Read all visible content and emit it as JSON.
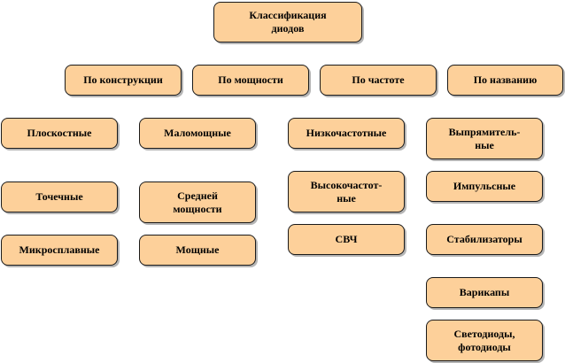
{
  "title": "Классификация\nдиодов",
  "categories": [
    {
      "label": "По конструкции",
      "items": [
        "Плоскостные",
        "Точечные",
        "Микросплавные"
      ]
    },
    {
      "label": "По мощности",
      "items": [
        "Маломощные",
        "Средней\nмощности",
        "Мощные"
      ]
    },
    {
      "label": "По частоте",
      "items": [
        "Низкочастотные",
        "Высокочастот-\nные",
        "СВЧ"
      ]
    },
    {
      "label": "По названию",
      "items": [
        "Выпрямитель-\nные",
        "Импульсные",
        "Стабилизаторы",
        "Варикапы",
        "Светодиоды,\nфотодиоды"
      ]
    }
  ],
  "colors": {
    "box_fill": "#fdd09a",
    "border": "#1a1a1a",
    "shadow": "#b5b5b5"
  }
}
